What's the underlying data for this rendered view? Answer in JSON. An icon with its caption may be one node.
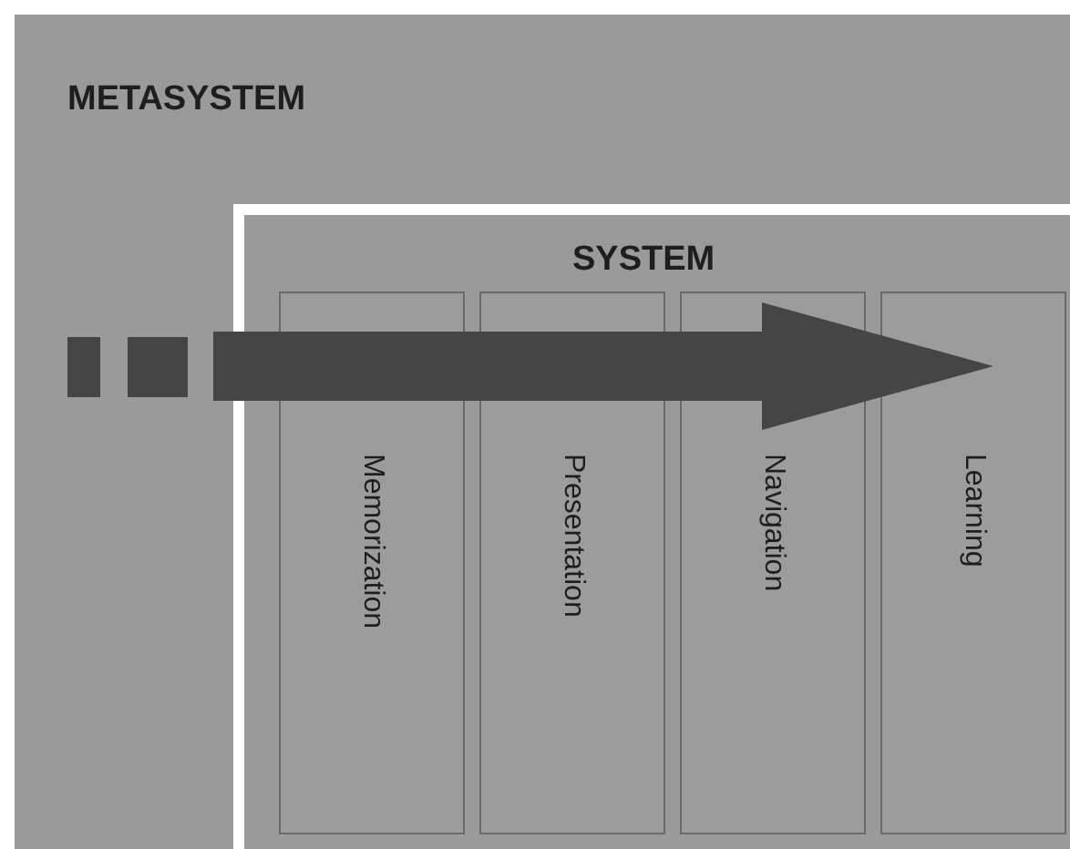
{
  "diagram": {
    "nodes": [
      {
        "text": [
          "METASYSTEM"
        ]
      },
      {
        "text": [
          "SYSTEM"
        ],
        "in": 0
      },
      {
        "text": [
          "Memorization"
        ],
        "in": 1
      },
      {
        "text": [
          "Presentation"
        ],
        "in": 1
      },
      {
        "text": [
          "Navigation"
        ],
        "in": 1
      },
      {
        "text": [
          "Learning"
        ],
        "in": 1
      }
    ]
  }
}
